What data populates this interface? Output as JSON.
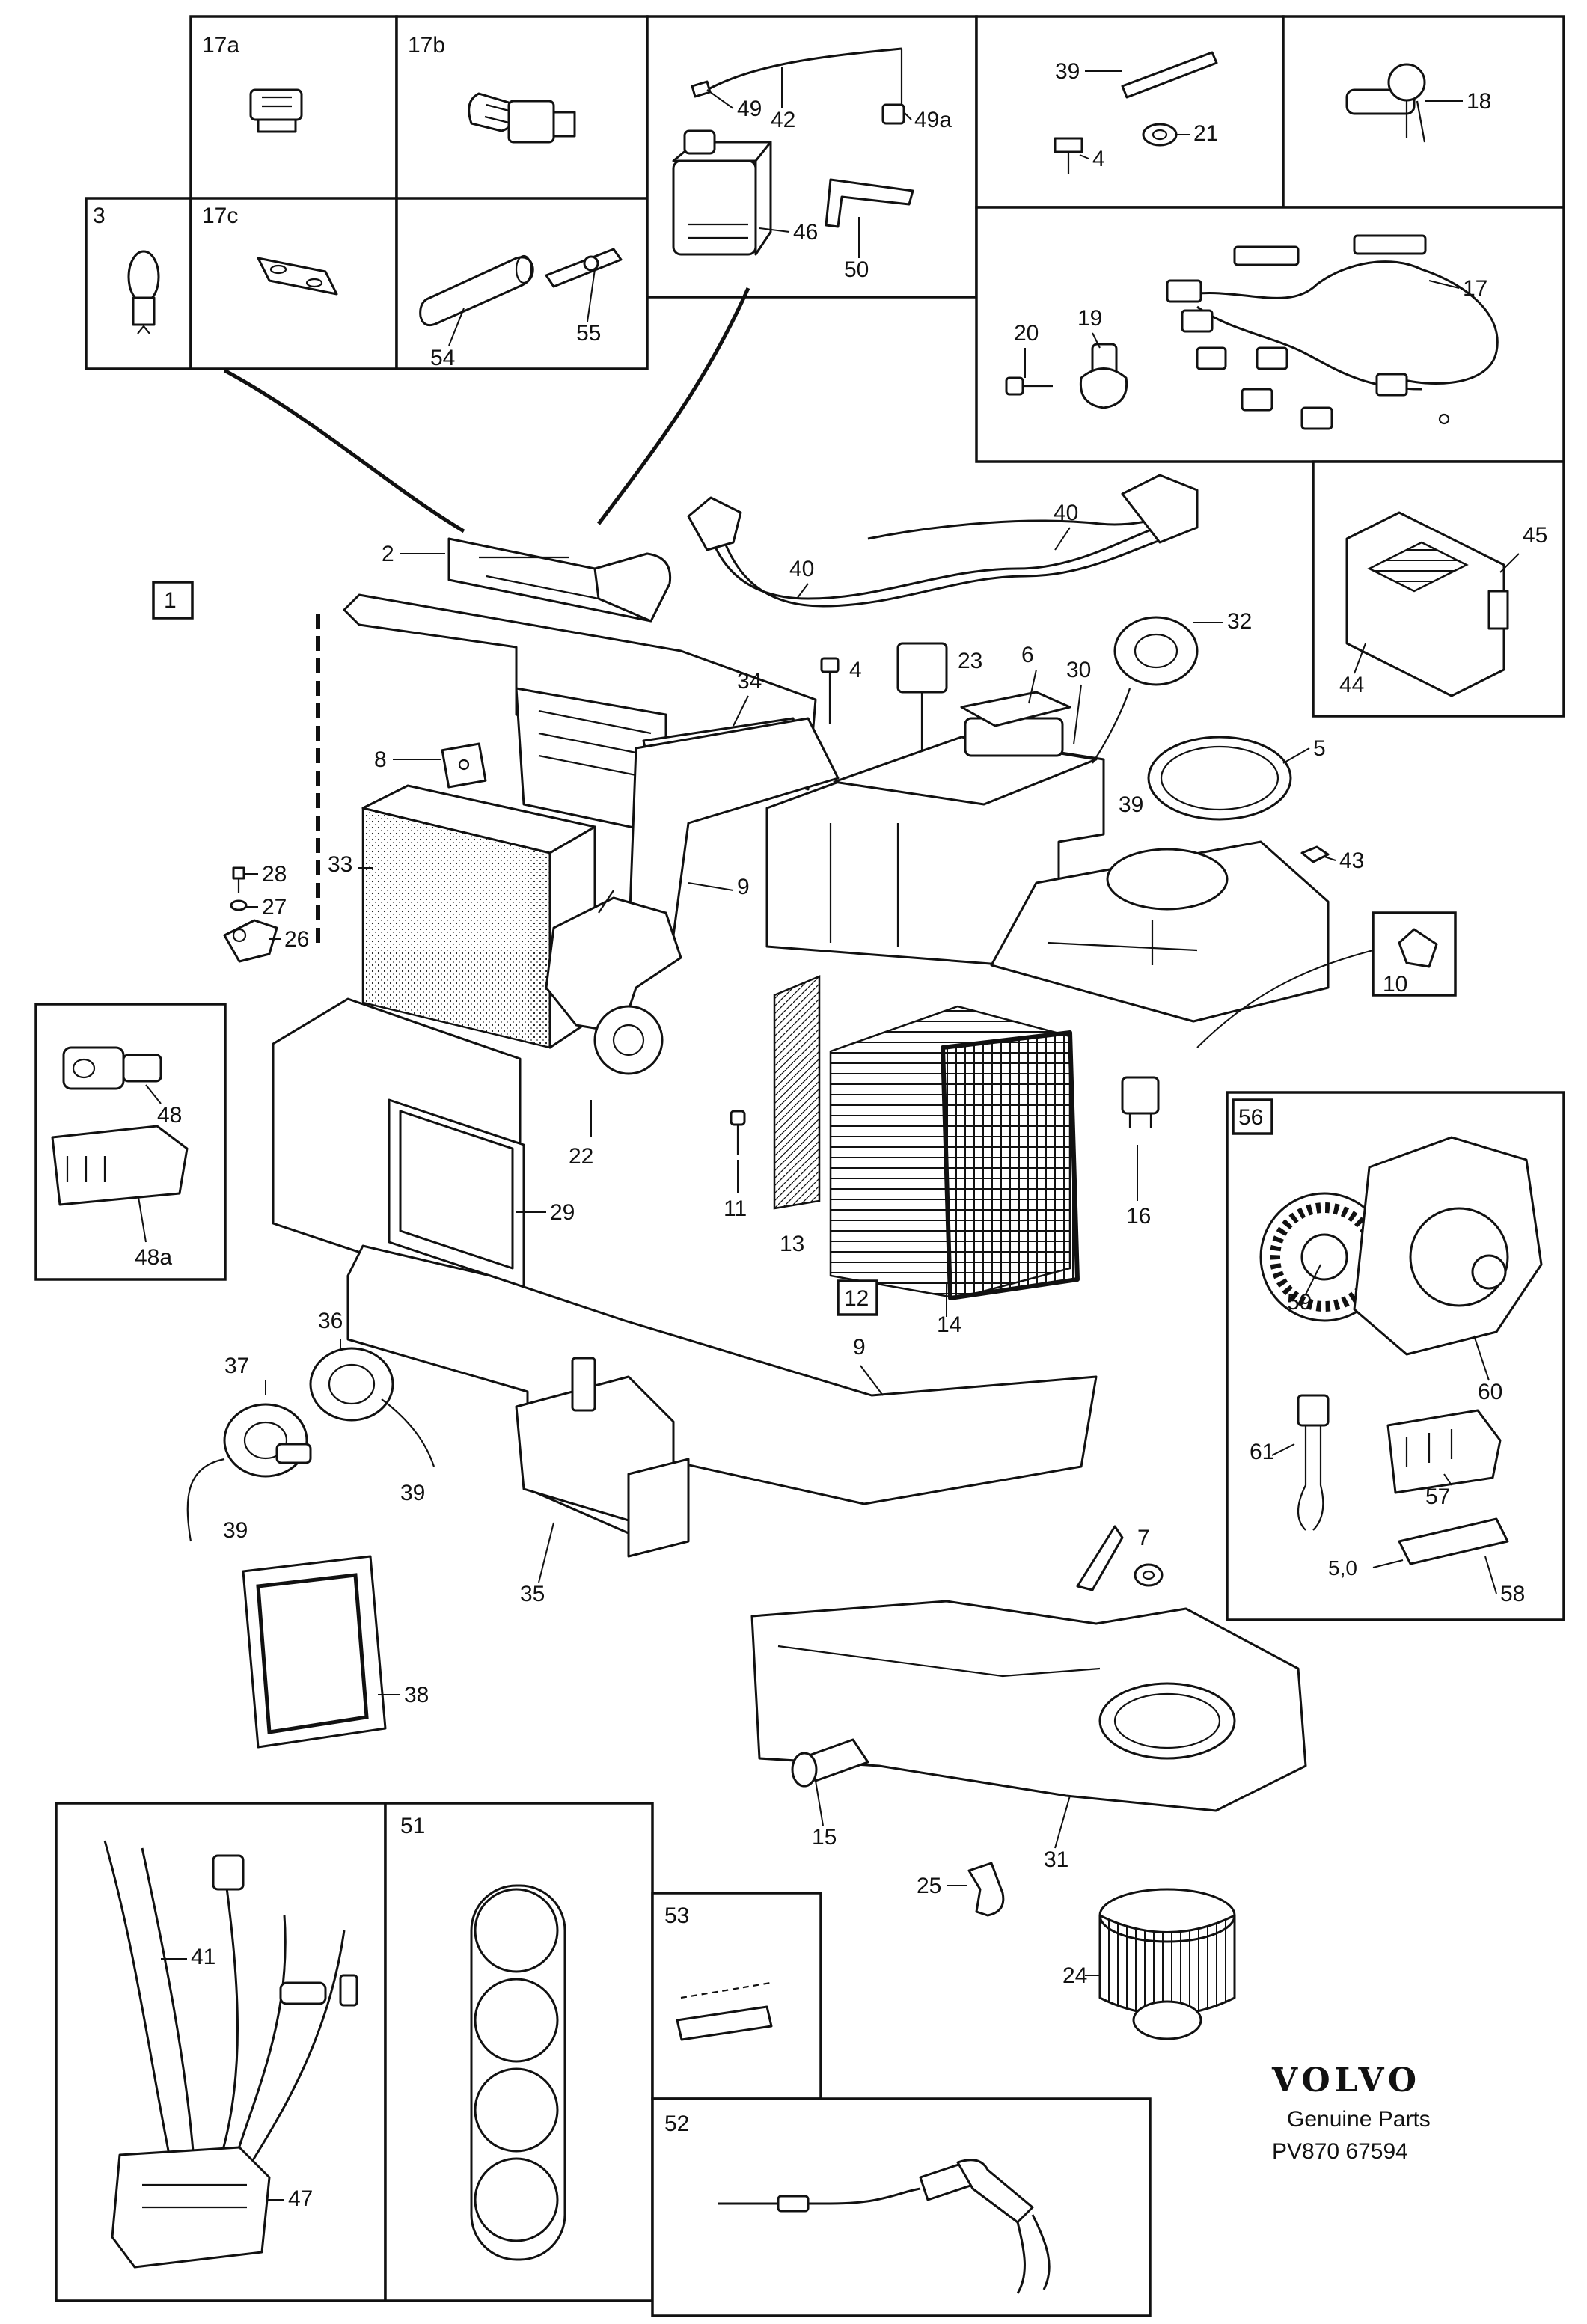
{
  "brand": {
    "logo_text": "VOLVO",
    "subtitle": "Genuine Parts",
    "diagram_code": "PV870 67594"
  },
  "group_badges": [
    "1",
    "12",
    "56"
  ],
  "inset_labels": {
    "b17a": "17a",
    "b17b": "17b",
    "b3": "3",
    "b17c": "17c",
    "b51": "51",
    "b53": "53",
    "b52": "52",
    "b56": "56"
  },
  "callouts": {
    "c2": "2",
    "c3": "3",
    "c4a": "4",
    "c4b": "4",
    "c5": "5",
    "c5_0": "5,0",
    "c6": "6",
    "c7": "7",
    "c8": "8",
    "c9a": "9",
    "c9b": "9",
    "c10": "10",
    "c11": "11",
    "c13": "13",
    "c14": "14",
    "c15": "15",
    "c16": "16",
    "c17": "17",
    "c18": "18",
    "c19": "19",
    "c20": "20",
    "c21": "21",
    "c22": "22",
    "c23": "23",
    "c24": "24",
    "c25": "25",
    "c26": "26",
    "c27": "27",
    "c28": "28",
    "c29": "29",
    "c30": "30",
    "c31": "31",
    "c32": "32",
    "c33": "33",
    "c34": "34",
    "c35": "35",
    "c36": "36",
    "c37": "37",
    "c38": "38",
    "c39a": "39",
    "c39b": "39",
    "c39c": "39",
    "c39d": "39",
    "c40a": "40",
    "c40b": "40",
    "c41": "41",
    "c42": "42",
    "c43": "43",
    "c44": "44",
    "c45": "45",
    "c46": "46",
    "c47": "47",
    "c48": "48",
    "c48a": "48a",
    "c49": "49",
    "c49a": "49a",
    "c50": "50",
    "c54": "54",
    "c55": "55",
    "c57": "57",
    "c58": "58",
    "c59": "59",
    "c60": "60",
    "c61": "61"
  }
}
